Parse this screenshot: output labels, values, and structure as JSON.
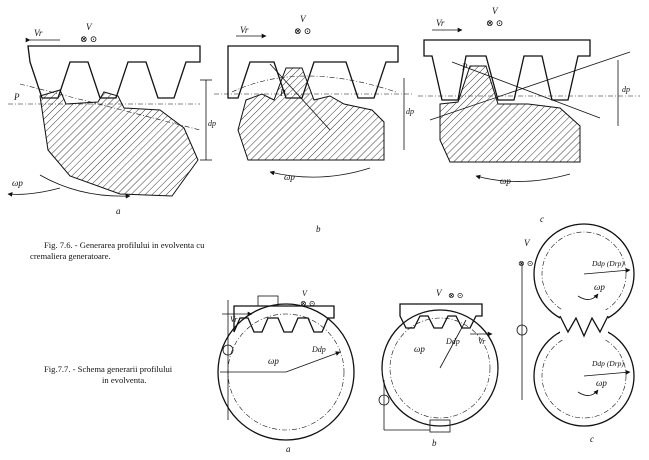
{
  "fig76": {
    "caption_line1": "Fig. 7.6. - Generarea profilului in evolventa cu",
    "caption_line2": "cremaliera generatoare.",
    "panels": [
      {
        "letter": "a",
        "vr": "Vr",
        "v": "V",
        "omega": "ωp",
        "p": "P",
        "d": "dp"
      },
      {
        "letter": "b",
        "vr": "Vr",
        "v": "V",
        "omega": "ωp",
        "p": "P",
        "d": "dp"
      },
      {
        "letter": "c",
        "vr": "Vr",
        "v": "V",
        "omega": "ωp",
        "p": "P",
        "d": "dp"
      }
    ]
  },
  "fig77": {
    "caption_line1": "Fig.7.7. - Schema generarii profilului",
    "caption_line2": "in evolventa.",
    "panels": [
      {
        "letter": "a",
        "v": "V",
        "vr": "Vr",
        "omega": "ωp",
        "d": "Ddp"
      },
      {
        "letter": "b",
        "v": "V",
        "vr": "Vr",
        "omega": "ωp",
        "d": "Ddp"
      },
      {
        "letter": "c",
        "v": "V",
        "omega_top": "ωp",
        "omega_bottom": "ωp",
        "d_top": "Ddp (Drp)",
        "d_bottom": "Ddp (Drp)"
      }
    ]
  }
}
